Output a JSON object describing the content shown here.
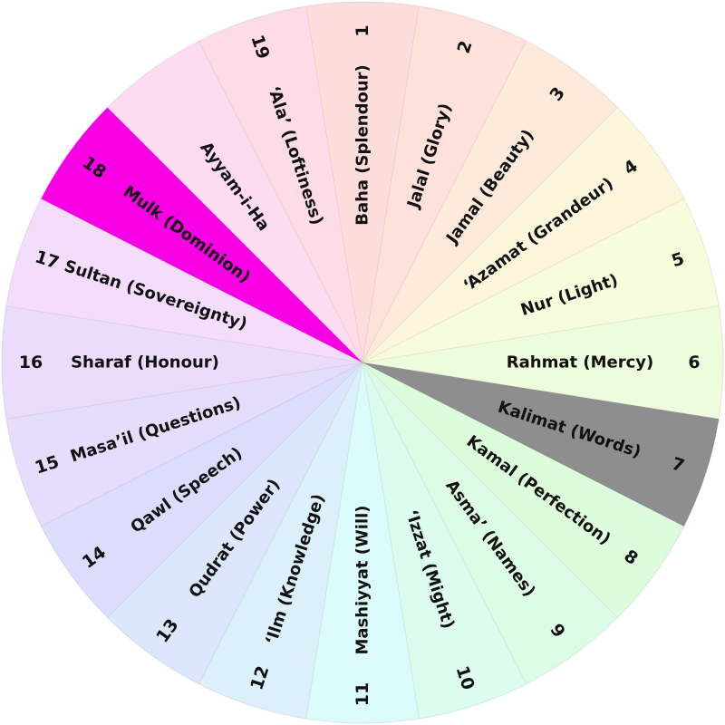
{
  "segments": [
    {
      "name": "Baha (Splendour)",
      "number": "1",
      "color": "#fddcdc"
    },
    {
      "name": "Jalal (Glory)",
      "number": "2",
      "color": "#fde1da"
    },
    {
      "name": "Jamal (Beauty)",
      "number": "3",
      "color": "#fdeadb"
    },
    {
      "name": "‘Azamat (Grandeur)",
      "number": "4",
      "color": "#fdf6dc"
    },
    {
      "name": "Nur (Light)",
      "number": "5",
      "color": "#f6fcdc"
    },
    {
      "name": "Rahmat (Mercy)",
      "number": "6",
      "color": "#edfcdc"
    },
    {
      "name": "Kalimat (Words)",
      "number": "7",
      "color": "#8e8e8e"
    },
    {
      "name": "Kamal (Perfection)",
      "number": "8",
      "color": "#ddfcdc"
    },
    {
      "name": "Asma’ (Names)",
      "number": "9",
      "color": "#dcfce6"
    },
    {
      "name": "‘Izzat (Might)",
      "number": "10",
      "color": "#dcfcf0"
    },
    {
      "name": "Mashiyyat (Will)",
      "number": "11",
      "color": "#dcfcfc"
    },
    {
      "name": "‘Ilm (Knowledge)",
      "number": "12",
      "color": "#dcf0fc"
    },
    {
      "name": "Qudrat (Power)",
      "number": "13",
      "color": "#dce6fc"
    },
    {
      "name": "Qawl (Speech)",
      "number": "14",
      "color": "#dcdcfc"
    },
    {
      "name": "Masa’il (Questions)",
      "number": "15",
      "color": "#e6dcfc"
    },
    {
      "name": "Sharaf (Honour)",
      "number": "16",
      "color": "#ecdcfc"
    },
    {
      "name": "Sultan (Sovereignty)",
      "number": "17",
      "color": "#f4dcfc"
    },
    {
      "name": "Mulk (Dominion)",
      "number": "18",
      "color": "#f700e6"
    },
    {
      "name": "Ayyam-i-Ha",
      "number": "",
      "color": "#fddcf2"
    },
    {
      "name": "‘Ala’ (Loftiness)",
      "number": "19",
      "color": "#fddce8"
    }
  ]
}
